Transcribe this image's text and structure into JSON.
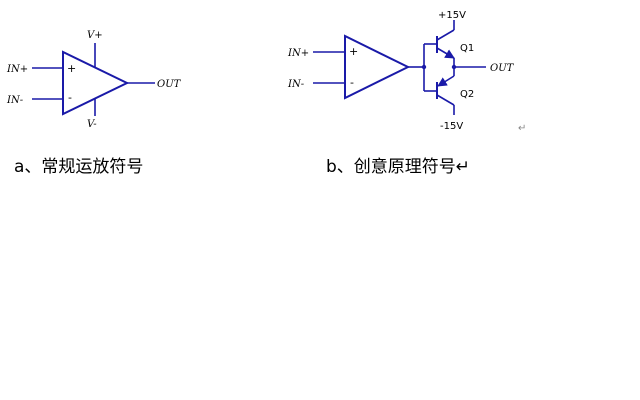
{
  "diagram_a": {
    "in_plus": "IN+",
    "in_minus": "IN-",
    "v_plus": "V+",
    "v_minus": "V-",
    "output": "OUT",
    "plus_sign": "+",
    "minus_sign": "-"
  },
  "diagram_b": {
    "in_plus": "IN+",
    "in_minus": "IN-",
    "plus_sign": "+",
    "minus_sign": "-",
    "vcc": "+15V",
    "vee": "-15V",
    "q1": "Q1",
    "q2": "Q2",
    "output": "OUT",
    "return_mark": "↵"
  },
  "captions": {
    "a": "a、常规运放符号",
    "b": "b、创意原理符号↵"
  }
}
